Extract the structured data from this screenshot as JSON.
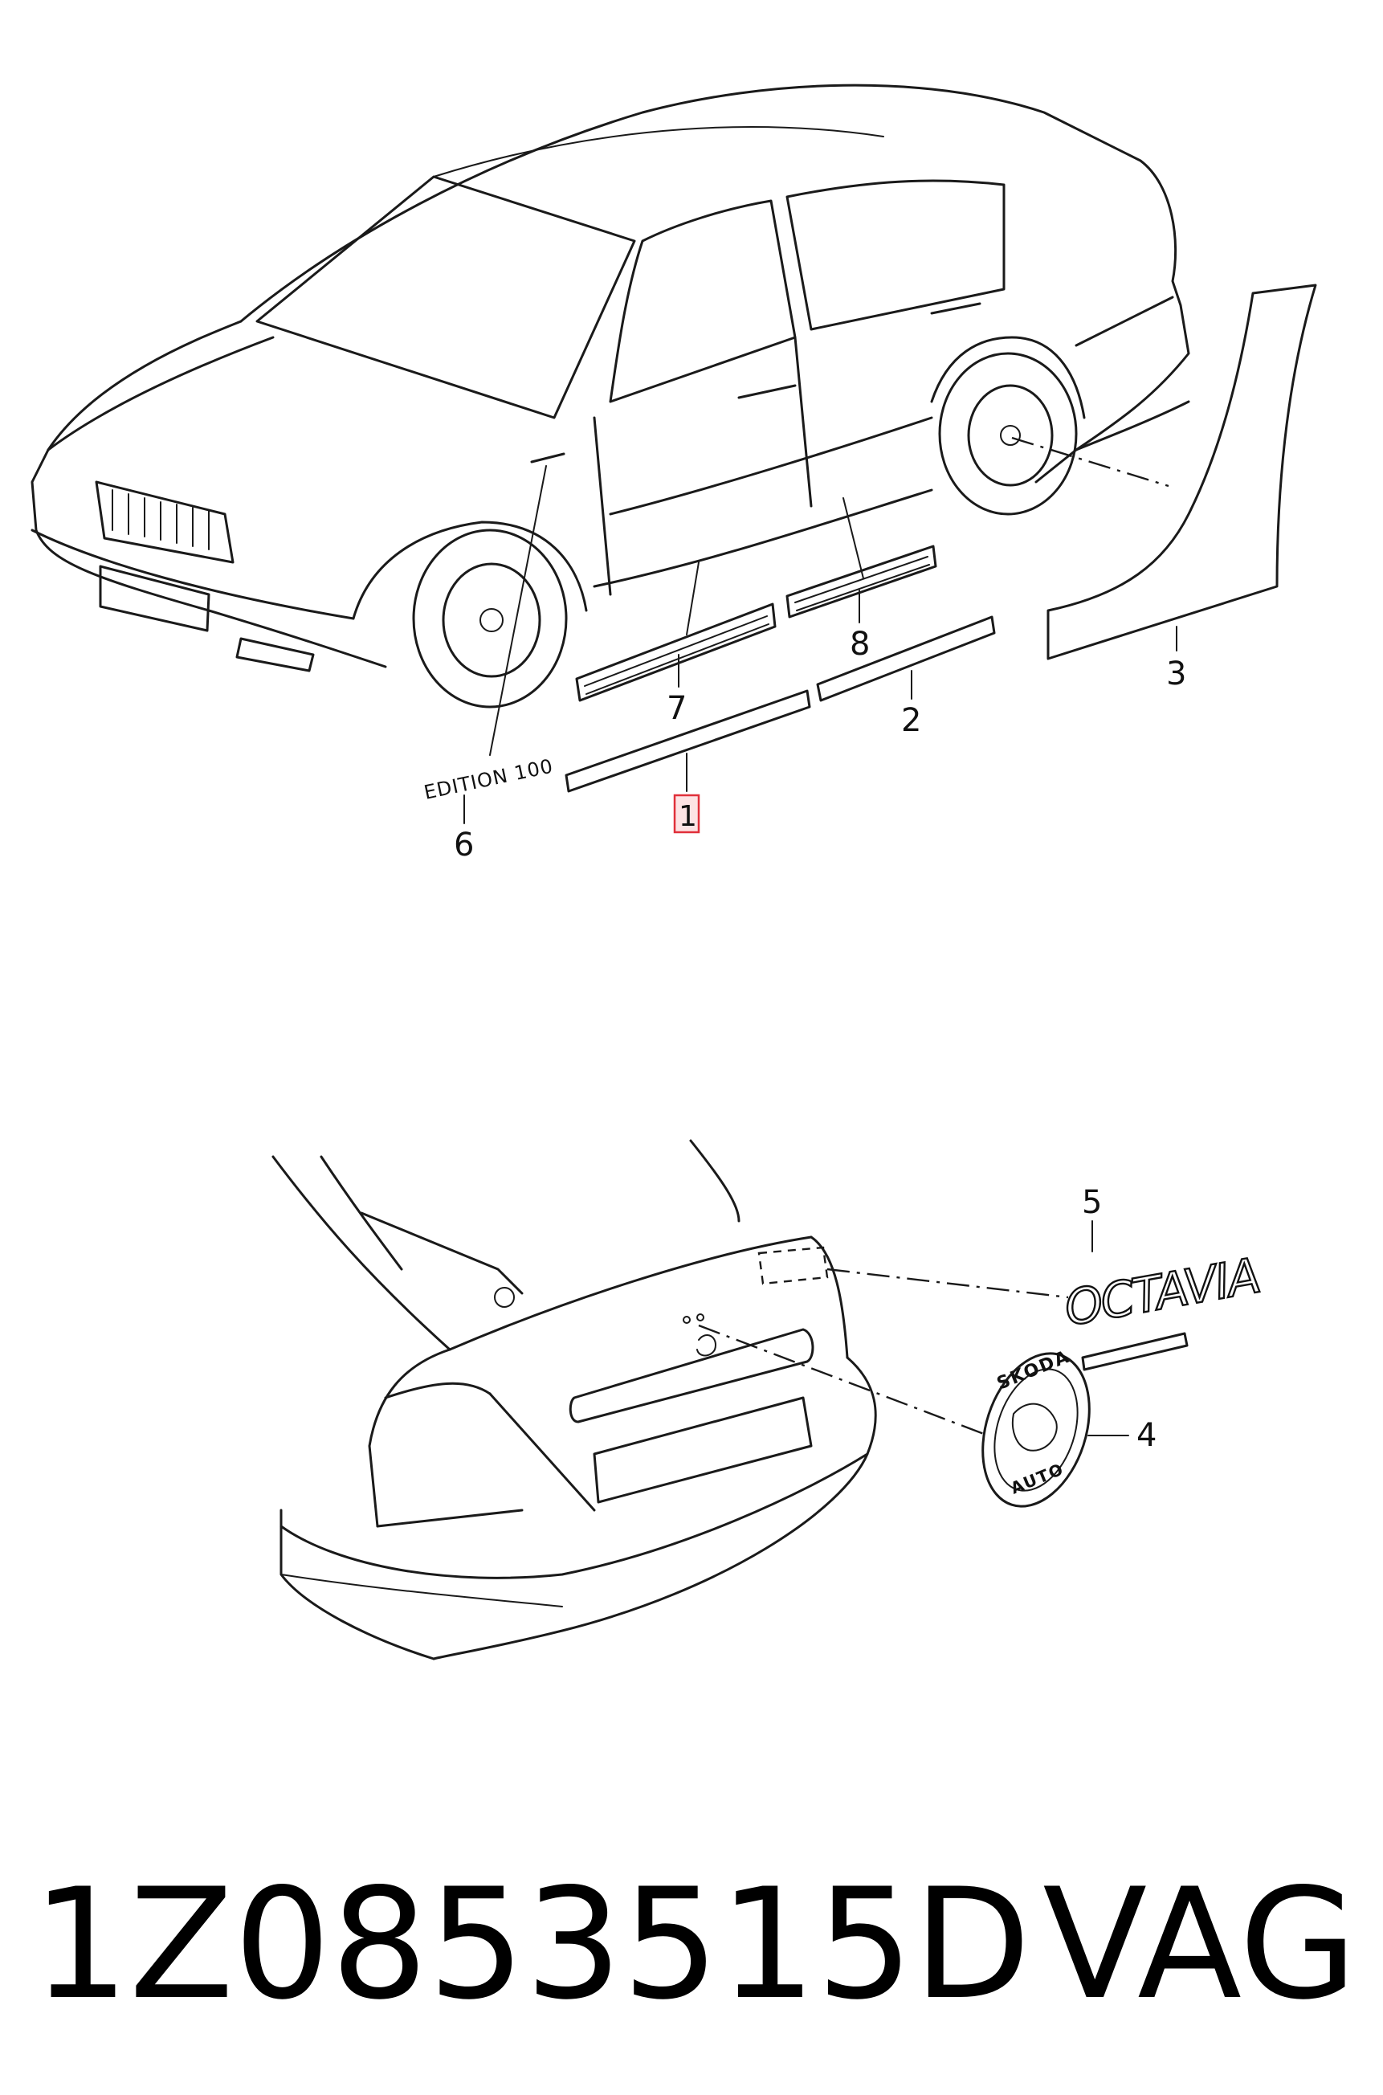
{
  "diagram": {
    "callouts": {
      "c1": "1",
      "c2": "2",
      "c3": "3",
      "c4": "4",
      "c5": "5",
      "c6": "6",
      "c7": "7",
      "c8": "8"
    },
    "decal_text": "EDITION 100",
    "badge_octavia": "OCTAVIA",
    "badge_skoda_top": "SKODA",
    "badge_skoda_bottom": "AUTO",
    "highlight_color": "#e0303a"
  },
  "footer": {
    "part_number": "1Z0853515D",
    "brand": "VAG"
  }
}
